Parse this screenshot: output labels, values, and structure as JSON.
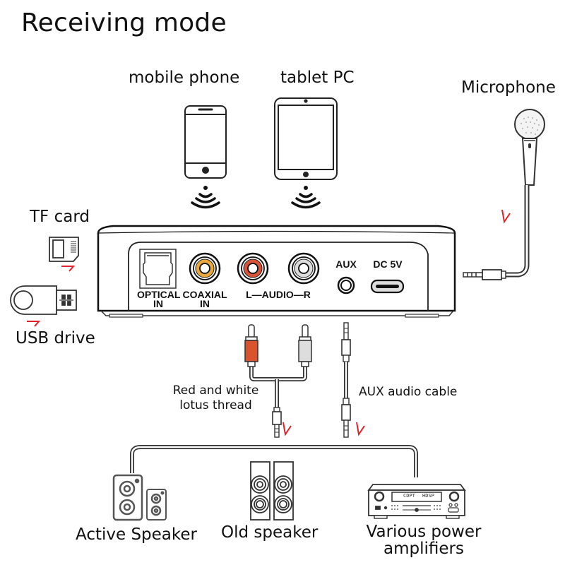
{
  "title": "Receiving mode",
  "sources": {
    "mobile_phone": "mobile phone",
    "tablet_pc": "tablet PC",
    "microphone": "Microphone",
    "tf_card": "TF card",
    "usb_drive": "USB drive"
  },
  "device": {
    "ports": {
      "optical_line1": "OPTICAL",
      "optical_line2": "IN",
      "coaxial_line1": "COAXIAL",
      "coaxial_line2": "IN",
      "audio": "L—AUDIO—R",
      "aux": "AUX",
      "dc": "DC 5V"
    },
    "jack_colors": {
      "coaxial": "#E8A93A",
      "audio_left": "#D9533A",
      "audio_right": "#DCDCDC"
    }
  },
  "cables": {
    "rca": "Red and white",
    "rca_line2": "lotus thread",
    "aux": "AUX audio cable",
    "plug_red": "#D9532F",
    "plug_white": "#DDDDDD"
  },
  "outputs": {
    "active_speaker": "Active Speaker",
    "old_speaker": "Old speaker",
    "amplifier_line1": "Various power",
    "amplifier_line2": "amplifiers",
    "amp_display_left": "CDPT",
    "amp_display_right": "HDSP"
  },
  "accent": {
    "arrow_color": "#E0202A"
  }
}
